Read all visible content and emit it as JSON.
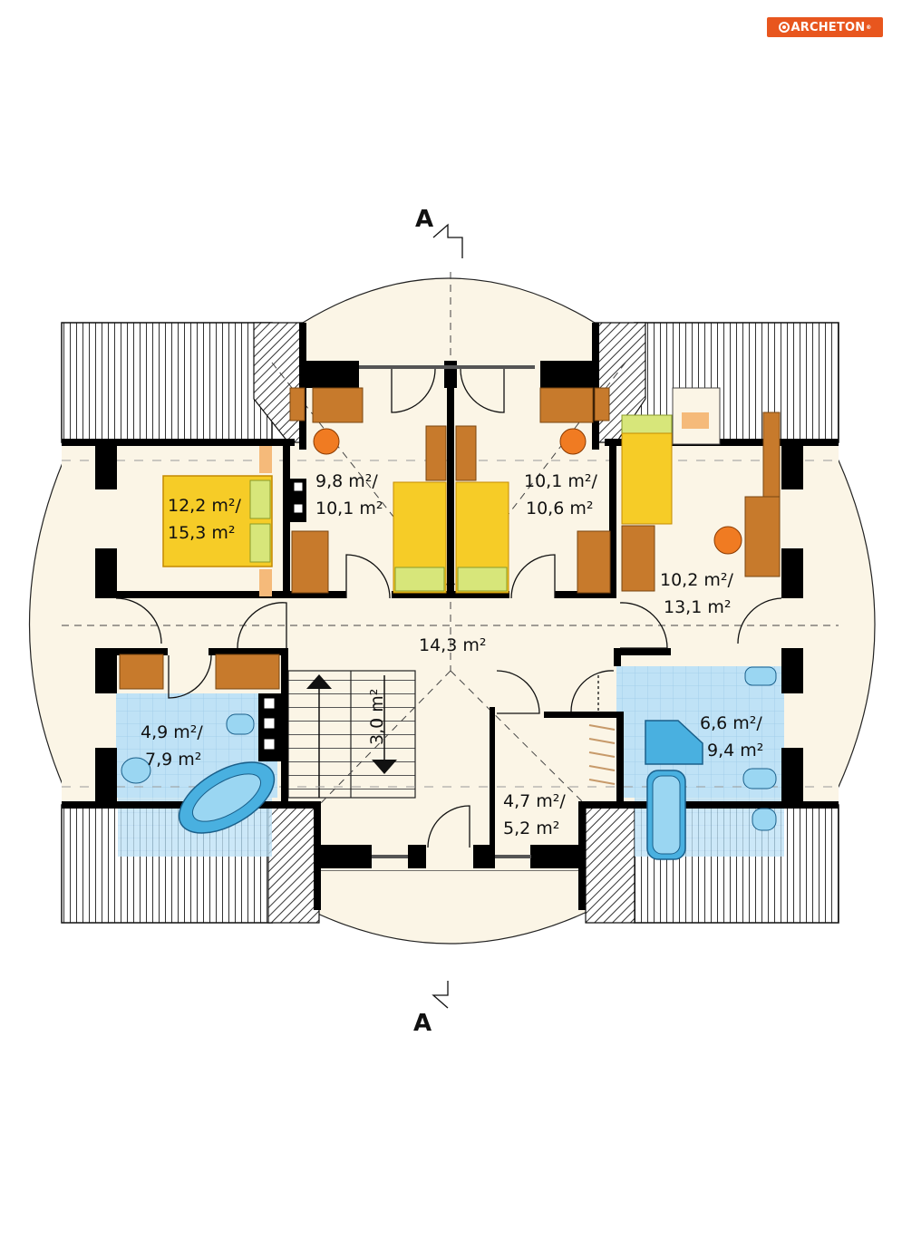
{
  "brand": {
    "name": "ARCHETON",
    "registered": "®"
  },
  "section_marks": {
    "top": "A",
    "bottom": "A"
  },
  "rooms": [
    {
      "id": "bedroom-left",
      "lines": [
        "12,2 m²/",
        "15,3 m²"
      ]
    },
    {
      "id": "kids-room-1",
      "lines": [
        "9,8 m²/",
        "10,1 m²"
      ]
    },
    {
      "id": "kids-room-2",
      "lines": [
        "10,1 m²/",
        "10,6 m²"
      ]
    },
    {
      "id": "office-right",
      "lines": [
        "10,2 m²/",
        "13,1 m²"
      ]
    },
    {
      "id": "hall",
      "lines": [
        "14,3 m²"
      ]
    },
    {
      "id": "bathroom-left",
      "lines": [
        "4,9 m²/",
        "7,9 m²"
      ]
    },
    {
      "id": "bathroom-right",
      "lines": [
        "6,6 m²/",
        "9,4 m²"
      ]
    },
    {
      "id": "wardrobe",
      "lines": [
        "4,7 m²/",
        "5,2 m²"
      ]
    }
  ],
  "stairs": {
    "label": "3,0 m²"
  },
  "colors": {
    "floor": "#fbf5e6",
    "wall": "#000000",
    "bathroom_tile": "#bfe2f6",
    "bed_yellow": "#f6cc27",
    "furniture_brown": "#c77a2c",
    "chair_orange": "#f07b22",
    "brand": "#e8561e"
  }
}
